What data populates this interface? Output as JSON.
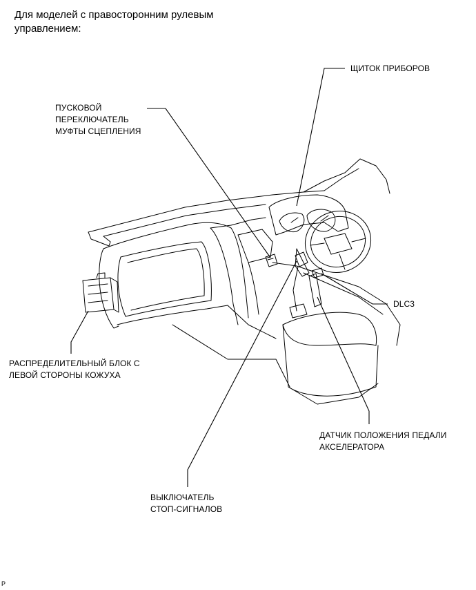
{
  "heading": {
    "line1": "Для моделей с правосторонним рулевым",
    "line2": "управлением:"
  },
  "labels": {
    "instrument_panel": "ЩИТОК ПРИБОРОВ",
    "clutch_switch": {
      "line1": "ПУСКОВОЙ",
      "line2": "ПЕРЕКЛЮЧАТЕЛЬ",
      "line3": "МУФТЫ СЦЕПЛЕНИЯ"
    },
    "dlc3": "DLC3",
    "junction_block": {
      "line1": "РАСПРЕДЕЛИТЕЛЬНЫЙ БЛОК С",
      "line2": "ЛЕВОЙ СТОРОНЫ КОЖУХА"
    },
    "accel_sensor": {
      "line1": "ДАТЧИК ПОЛОЖЕНИЯ ПЕДАЛИ",
      "line2": "АКСЕЛЕРАТОРА"
    },
    "stop_switch": {
      "line1": "ВЫКЛЮЧАТЕЛЬ",
      "line2": "СТОП-СИГНАЛОВ"
    }
  },
  "corner_mark": "P"
}
